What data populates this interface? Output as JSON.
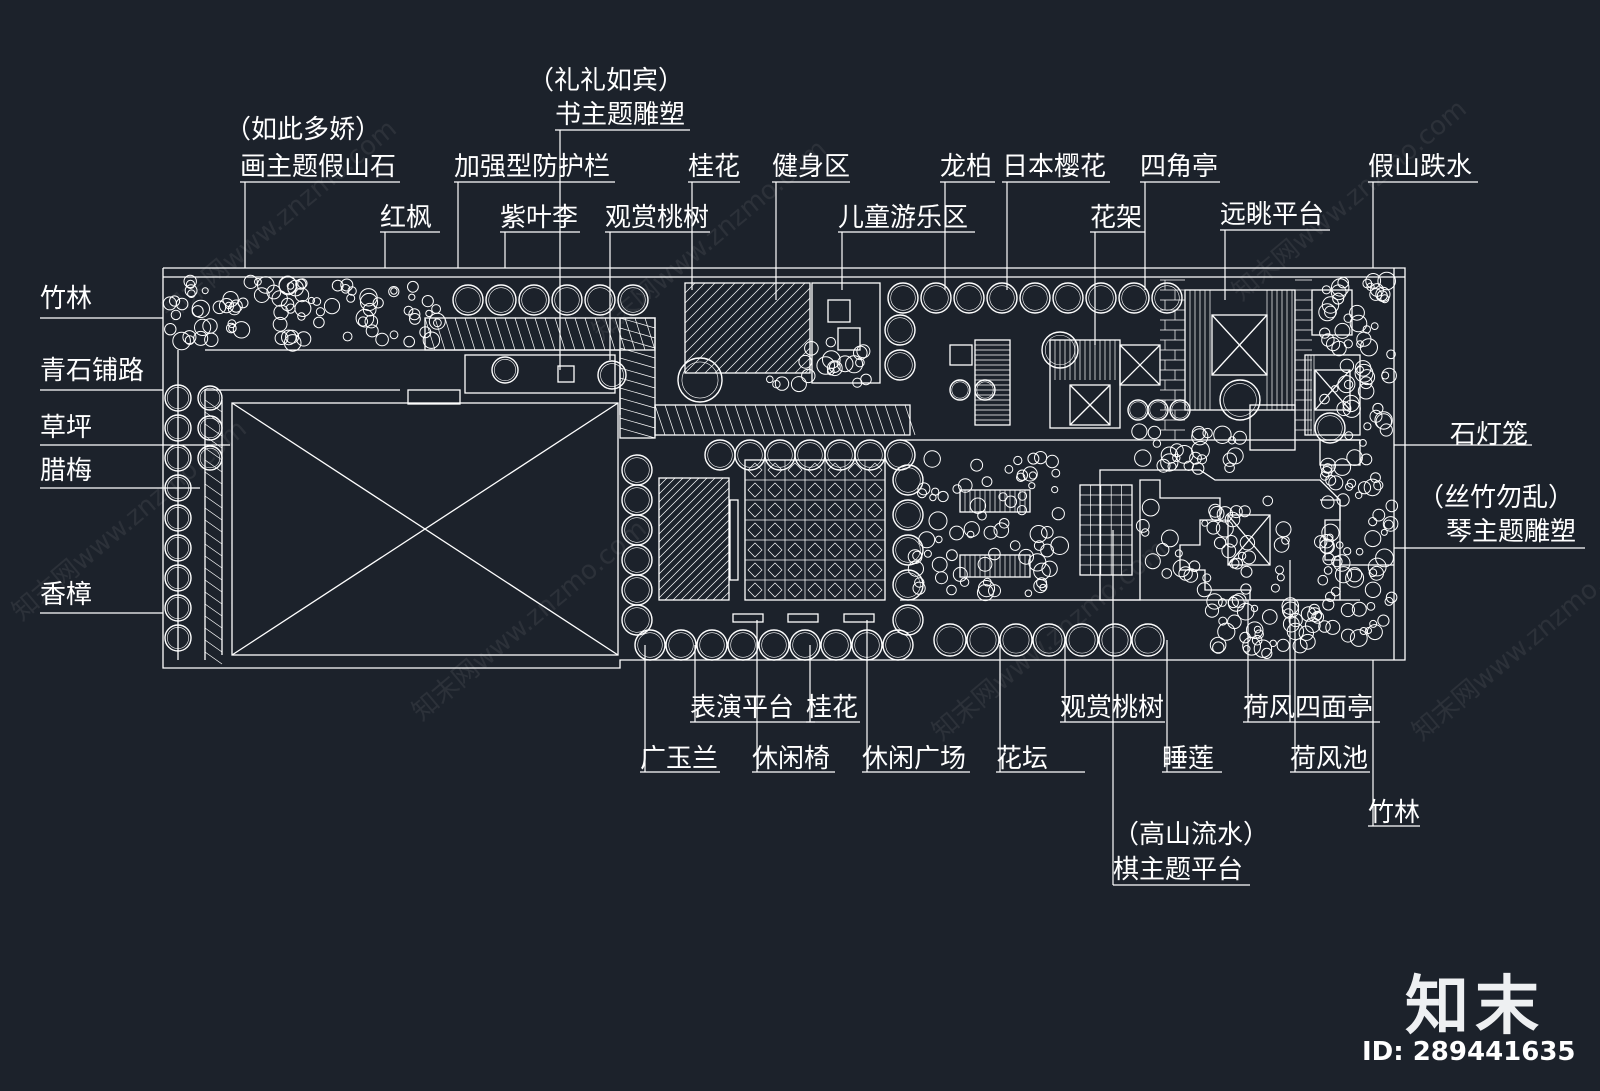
{
  "labels": {
    "bamboo_left": "竹林",
    "bluestone_path": "青石铺路",
    "lawn": "草坪",
    "wintersweet": "腊梅",
    "camphor": "香樟",
    "painting_rockery_sub": "（如此多娇）",
    "painting_rockery": "画主题假山石",
    "red_maple": "红枫",
    "guardrail": "加强型防护栏",
    "purple_plum": "紫叶李",
    "book_sculpture_sub": "（礼礼如宾）",
    "book_sculpture": "书主题雕塑",
    "peach_top": "观赏桃树",
    "osmanthus_top": "桂花",
    "fitness": "健身区",
    "kids_play": "儿童游乐区",
    "juniper": "龙柏",
    "cherry": "日本樱花",
    "pergola": "花架",
    "pavilion4": "四角亭",
    "lookout": "远眺平台",
    "rockery_fall": "假山跌水",
    "stone_lantern": "石灯笼",
    "qin_sculpture_sub": "（丝竹勿乱）",
    "qin_sculpture": "琴主题雕塑",
    "stage": "表演平台",
    "osmanthus_bottom": "桂花",
    "magnolia": "广玉兰",
    "bench": "休闲椅",
    "leisure_plaza": "休闲广场",
    "flowerbed": "花坛",
    "peach_bottom": "观赏桃树",
    "water_lily": "睡莲",
    "lotus_pavilion": "荷风四面亭",
    "lotus_pond": "荷风池",
    "bamboo_right": "竹林",
    "chess_platform_sub": "（高山流水）",
    "chess_platform": "棋主题平台"
  },
  "brand": "知末",
  "image_id": "ID: 289441635",
  "watermark": "知末网www.znzmo.com",
  "colors": {
    "background": "#1c222b",
    "lines": "#ffffff"
  }
}
